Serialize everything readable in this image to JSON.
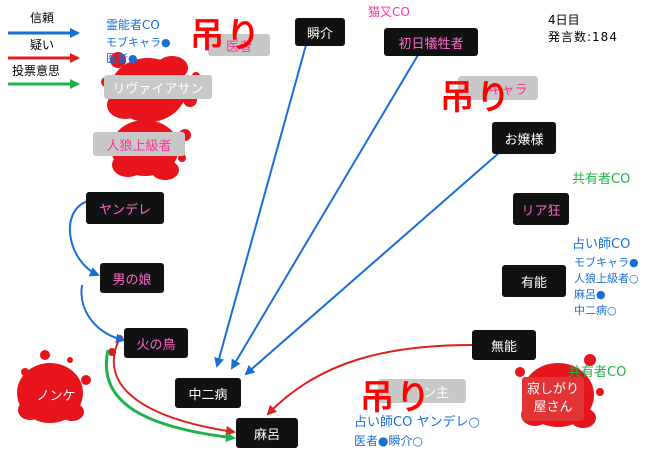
{
  "legend": {
    "trust": "信頼",
    "doubt": "疑い",
    "vote": "投票意思"
  },
  "info": {
    "day": "4日目",
    "posts": "発言数:184"
  },
  "hang_label": "吊り",
  "nodes": {
    "shunsuke": "瞬介",
    "first_victim": "初日犠牲者",
    "ojousama": "お嬢様",
    "ria_kyou": "リア狂",
    "yuunou": "有能",
    "munou": "無能",
    "sabishigari": "寂しがり屋さん",
    "sabishigari_1": "寂しがり",
    "sabishigari_2": "屋さん",
    "mazou": "麻呂",
    "chuunibyou": "中二病",
    "nonke": "ノンケ",
    "hinotori": "火の鳥",
    "otokonoko": "男の娘",
    "yandere": "ヤンデレ",
    "jinrou": "人狼上級者",
    "rivaiasan": "リヴァイアサン",
    "ishi_partial": "医者",
    "moeki_partial": "キャラ",
    "bottom_partial": "ン主"
  },
  "notes": {
    "neko_co": "猫又CO",
    "reinou": [
      "霊能者CO",
      "モブキャラ●",
      "医者●"
    ],
    "kyouyuu_top": "共有者CO",
    "uranai_right": [
      "占い師CO",
      "モブキャラ●",
      "人狼上級者○",
      "麻呂●",
      "中二病○"
    ],
    "kyouyuu_bottom": "共有者CO",
    "uranai_bottom": [
      "占い師CO ヤンデレ○",
      "医者●瞬介○"
    ]
  },
  "colors": {
    "trust": "#1a6fd6",
    "doubt": "#e02020",
    "vote": "#22b24c",
    "blood": "#e8141c"
  }
}
